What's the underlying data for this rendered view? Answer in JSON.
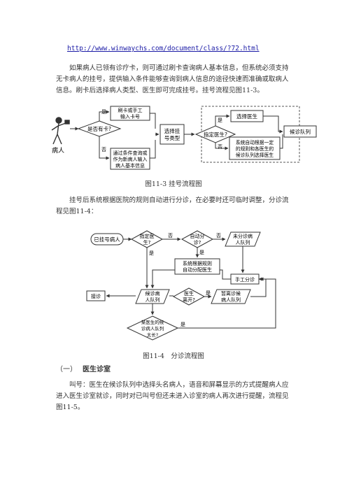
{
  "header_url": "http://www.winwaychs.com/document/class/?72.html",
  "para1": "如果病人已领有诊疗卡，则可通过刷卡查询病人基本信息，但系统必须支持无卡病人的挂号，提供输入条件能够查询到病人信息的途径快速而准确或取病人信息。刷卡后选择病人类型、医生即可完成挂号。挂号流程见图11-3。",
  "fig1": {
    "caption": "图11-3 挂号流程图",
    "person_label": "病人",
    "decision_card": "是否有卡?",
    "yes": "是",
    "no": "否",
    "swipe_line1": "刷卡或手工",
    "swipe_line2": "输入卡号",
    "query_line1": "通过条件查询或",
    "query_line2": "作为新病人输入",
    "query_line3": "病人基本信息",
    "select_type_line1": "选择挂",
    "select_type_line2": "号类型",
    "decision_doctor": "指定医生?",
    "choose_doctor": "选择医生",
    "auto_line1": "系统自动根据一定",
    "auto_line2": "的规则和各医生的",
    "auto_line3": "候诊队列选择医生",
    "wait_queue": "候诊队列"
  },
  "para2": "挂号后系统根据医院的规则自动进行分诊，在必要时还可临时调整，分诊流程见图11-4：",
  "fig2": {
    "caption": "图11-4　分诊流程图",
    "registered": "已挂号病人",
    "d_doctor_l1": "指定医",
    "d_doctor_l2": "生?",
    "d_auto_l1": "自动分",
    "d_auto_l2": "诊?",
    "unassigned_l1": "未分诊病",
    "unassigned_l2": "人队列",
    "rule_l1": "系统根据规则",
    "rule_l2": "自动分配医生",
    "manual": "手工分诊",
    "treat": "接诊",
    "waiting_l1": "候诊病",
    "waiting_l2": "人队列",
    "d_leave_l1": "医生",
    "d_leave_l2": "离开?",
    "temp_l1": "暂离诊候",
    "temp_l2": "病人队列",
    "d_queue_l1": "某医生的候",
    "d_queue_l2": "诊病人队列",
    "d_queue_l3": "太长?",
    "yes": "是",
    "no": "否"
  },
  "heading_num": "（一）",
  "heading_text": "医生诊室",
  "para3": "叫号：医生在候诊队列中选择头名病人，语音和屏幕显示的方式提醒病人应进入医生诊室就诊，同时对已叫号但还未进入诊室的病人再次进行提醒，流程见图11-5。"
}
